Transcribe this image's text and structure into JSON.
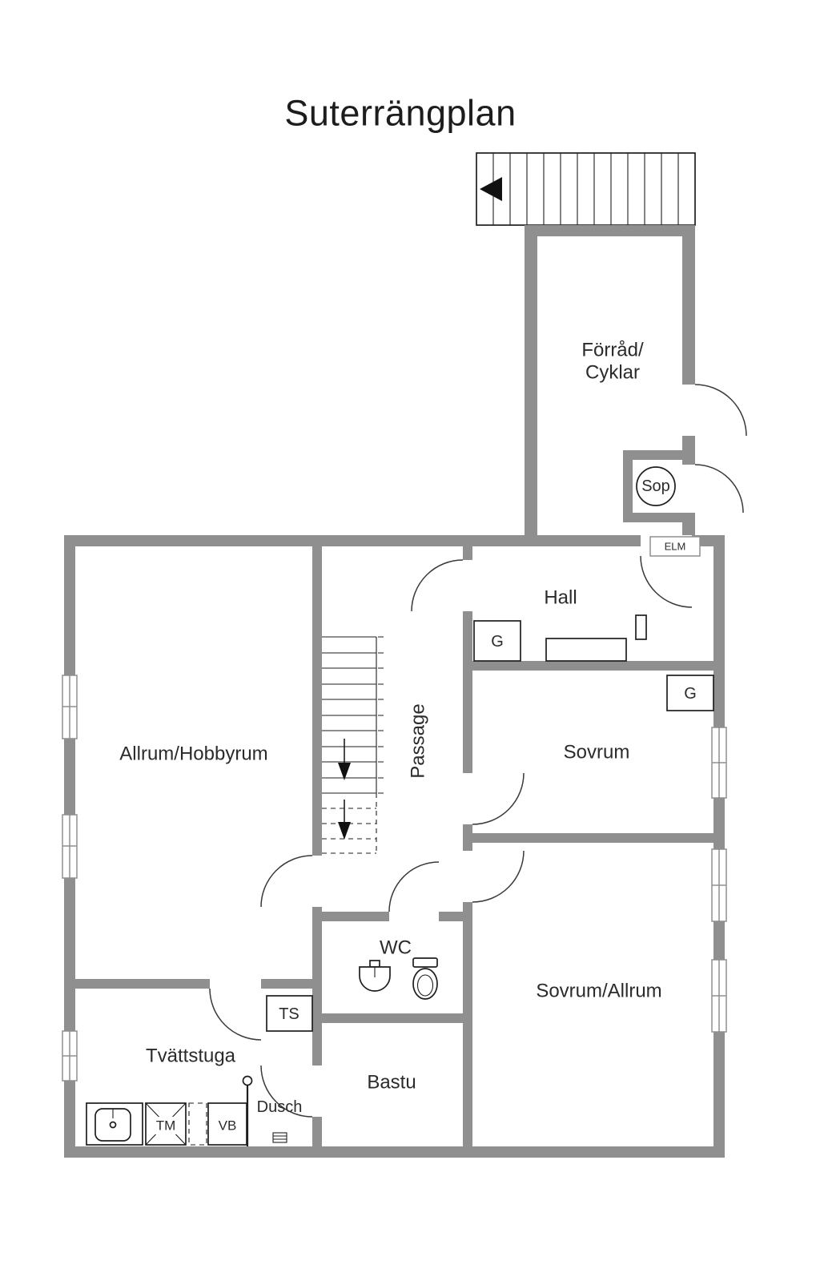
{
  "title": "Suterrängplan",
  "colors": {
    "wall_gray": "#8f8f8f",
    "line_black": "#1e1e1e",
    "text": "#2b2b2b"
  },
  "labels": {
    "storage_line1": "Förråd/",
    "storage_line2": "Cyklar",
    "trash": "Sop",
    "electrical": "ELM",
    "hall": "Hall",
    "closet_hall": "G",
    "closet_bedroom": "G",
    "family_room": "Allrum/Hobbyrum",
    "passage": "Passage",
    "bedroom": "Sovrum",
    "bedroom_family": "Sovrum/Allrum",
    "wc": "WC",
    "drying_cabinet": "TS",
    "laundry": "Tvättstuga",
    "shower": "Dusch",
    "washer": "TM",
    "water_heater": "VB",
    "sauna": "Bastu"
  }
}
